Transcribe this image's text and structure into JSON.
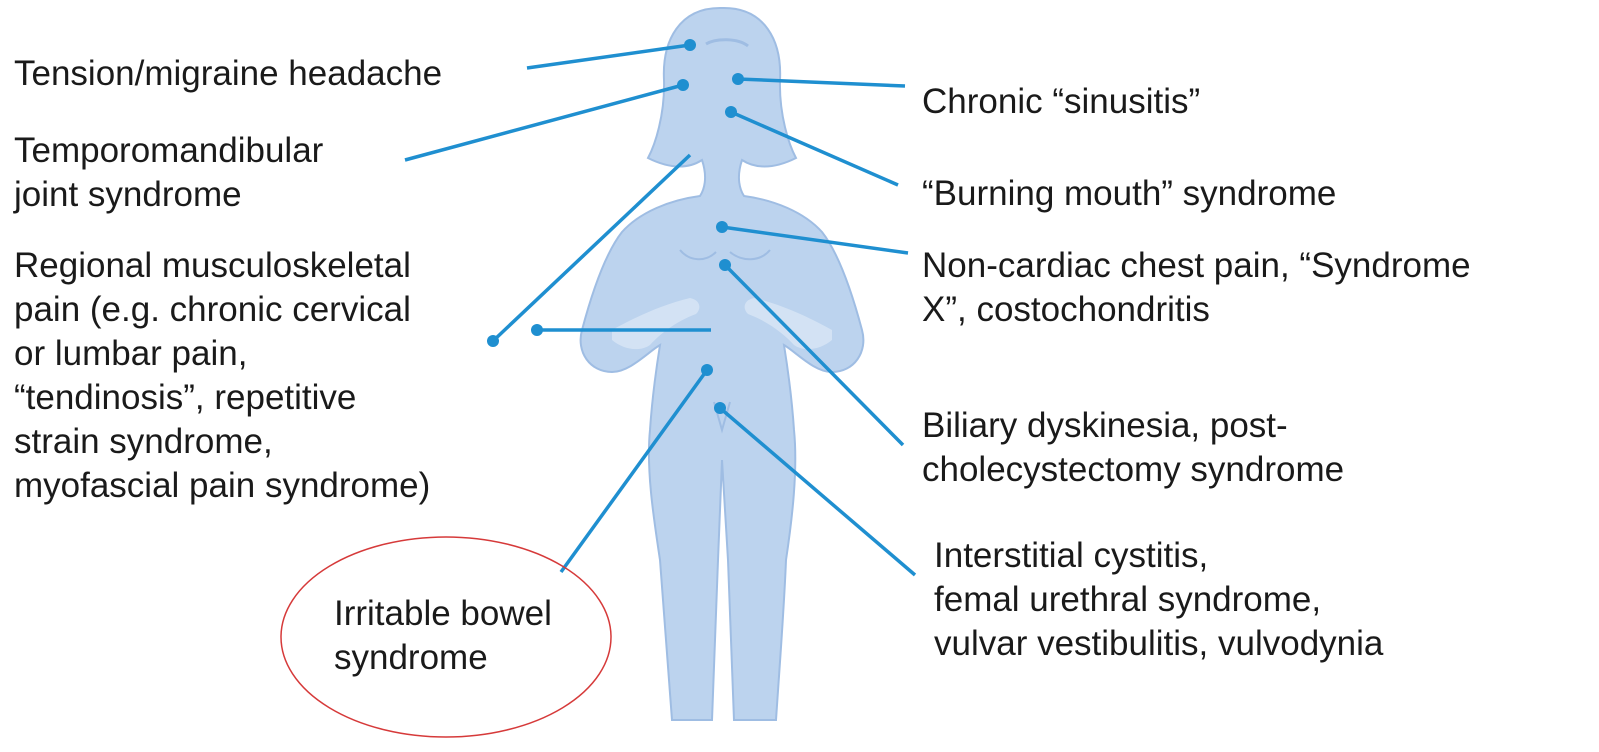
{
  "colors": {
    "body_fill": "#bcd3ee",
    "body_stroke": "#9fbde3",
    "leader_line": "#1f8fd0",
    "highlight_ellipse": "#d63a3a",
    "text": "#1a1a1a"
  },
  "labels": {
    "tension_headache": [
      "Tension/migraine headache"
    ],
    "tmj": [
      "Temporomandibular",
      "joint syndrome"
    ],
    "musculoskeletal": [
      "Regional musculoskeletal",
      "pain (e.g. chronic cervical",
      "or lumbar pain,",
      "“tendinosis”, repetitive",
      "strain syndrome,",
      "myofascial pain syndrome)"
    ],
    "ibs": [
      "Irritable bowel",
      "syndrome"
    ],
    "sinusitis": [
      "Chronic “sinusitis”"
    ],
    "burning_mouth": [
      "“Burning mouth” syndrome"
    ],
    "chest_pain": [
      "Non-cardiac chest pain, “Syndrome",
      "X”, costochondritis"
    ],
    "biliary": [
      "Biliary dyskinesia, post-",
      "cholecystectomy syndrome"
    ],
    "cystitis": [
      "Interstitial cystitis,",
      "femal urethral syndrome,",
      "vulvar vestibulitis, vulvodynia"
    ]
  }
}
